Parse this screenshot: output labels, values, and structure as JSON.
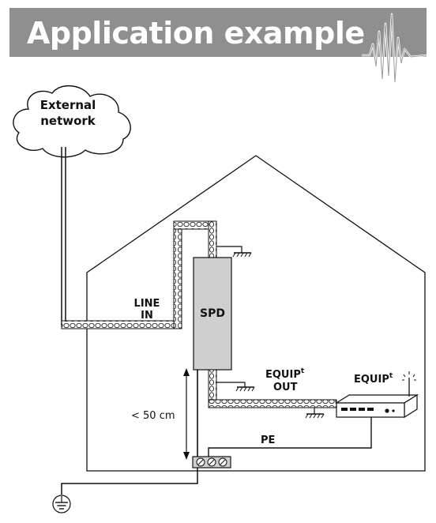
{
  "header": {
    "title": "Application example",
    "icon": "heartbeat-waveform-icon",
    "background": "#8f8f8f"
  },
  "diagram": {
    "cloud_label_line1": "External",
    "cloud_label_line2": "network",
    "line_in_line1": "LINE",
    "line_in_line2": "IN",
    "spd_label": "SPD",
    "equip_out_line1": "EQUIP",
    "equip_out_sup": "t",
    "equip_out_line2": "OUT",
    "equip_label": "EQUIP",
    "equip_sup": "t",
    "distance_label": "< 50 cm",
    "pe_label": "PE",
    "spd_fill": "#cfcfcf",
    "equipment_icon": "network-router-icon",
    "ground_icon": "earth-ground-icon"
  }
}
